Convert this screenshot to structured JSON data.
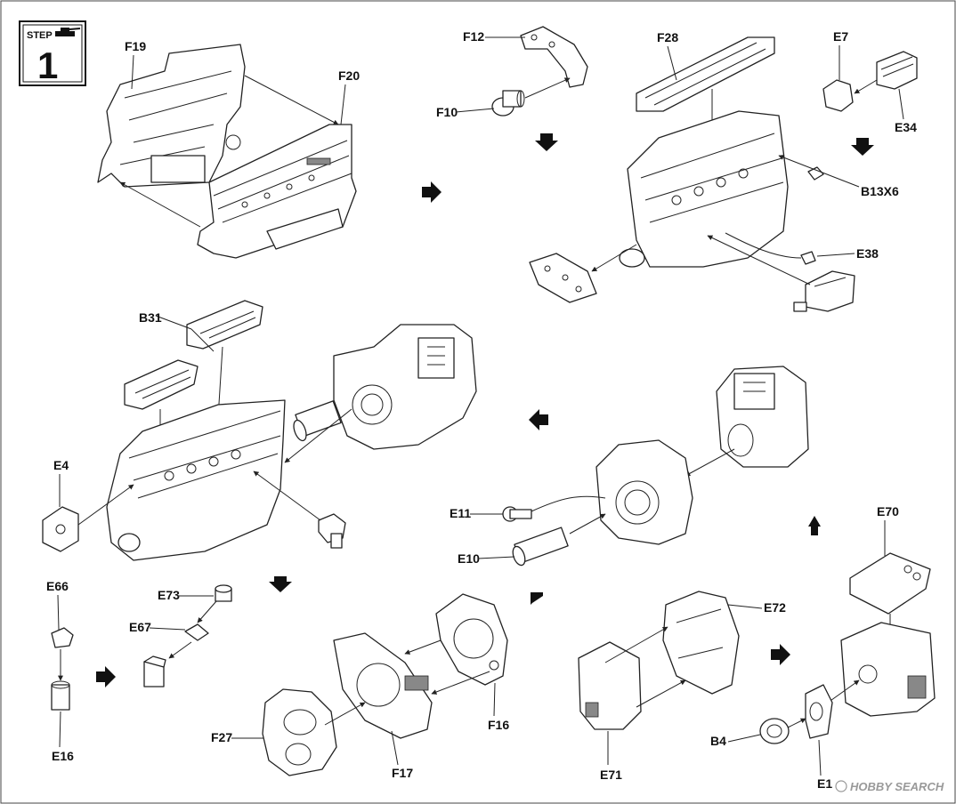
{
  "step": {
    "word": "STEP",
    "number": "1"
  },
  "labels": {
    "F19": "F19",
    "F20": "F20",
    "F12": "F12",
    "F10": "F10",
    "F28": "F28",
    "E7": "E7",
    "E34": "E34",
    "B13X6": "B13X6",
    "E38": "E38",
    "B31": "B31",
    "E4": "E4",
    "E11": "E11",
    "E10": "E10",
    "E66": "E66",
    "E73": "E73",
    "E67": "E67",
    "E16": "E16",
    "F27": "F27",
    "F17": "F17",
    "F16": "F16",
    "E72": "E72",
    "E71": "E71",
    "E70": "E70",
    "B4": "B4",
    "E1": "E1"
  },
  "watermark": {
    "text": "HOBBY SEARCH"
  }
}
